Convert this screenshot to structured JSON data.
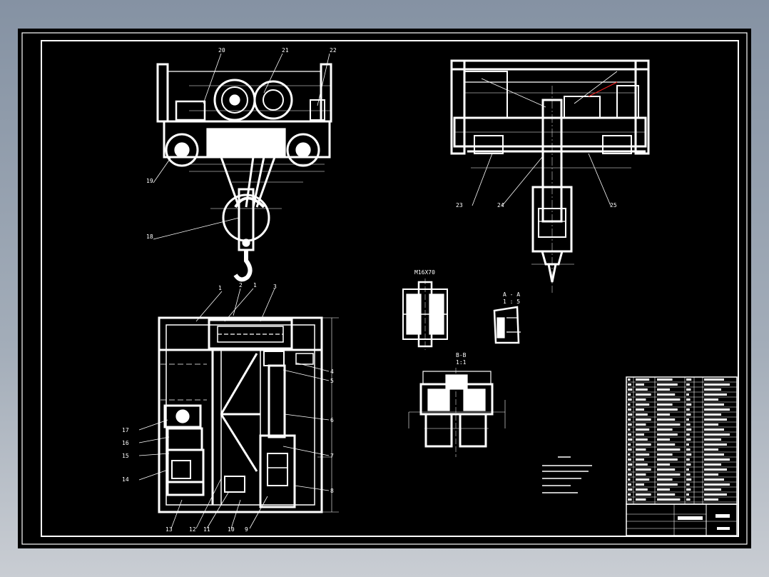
{
  "balloons": {
    "b1": "1",
    "b2": "2",
    "b3": "3",
    "b4": "4",
    "b5": "5",
    "b6": "6",
    "b7": "7",
    "b8": "8",
    "b9": "9",
    "b10": "10",
    "b11": "11",
    "b12": "12",
    "b13": "13",
    "b14": "14",
    "b15": "15",
    "b16": "16",
    "b17": "17",
    "b18": "18",
    "b19": "19",
    "b20": "20",
    "b21": "21",
    "b22": "22",
    "b23": "23",
    "b24": "24",
    "b25": "25"
  },
  "views": {
    "section_aa": "A - A",
    "section_aa_scale": "1 : 5",
    "section_bb": "B-B",
    "section_bb_scale": "1:1",
    "gear_label": "M16X70"
  },
  "colors": {
    "background": "#000000",
    "lines": "#ffffff",
    "accent": "#ff2020"
  }
}
